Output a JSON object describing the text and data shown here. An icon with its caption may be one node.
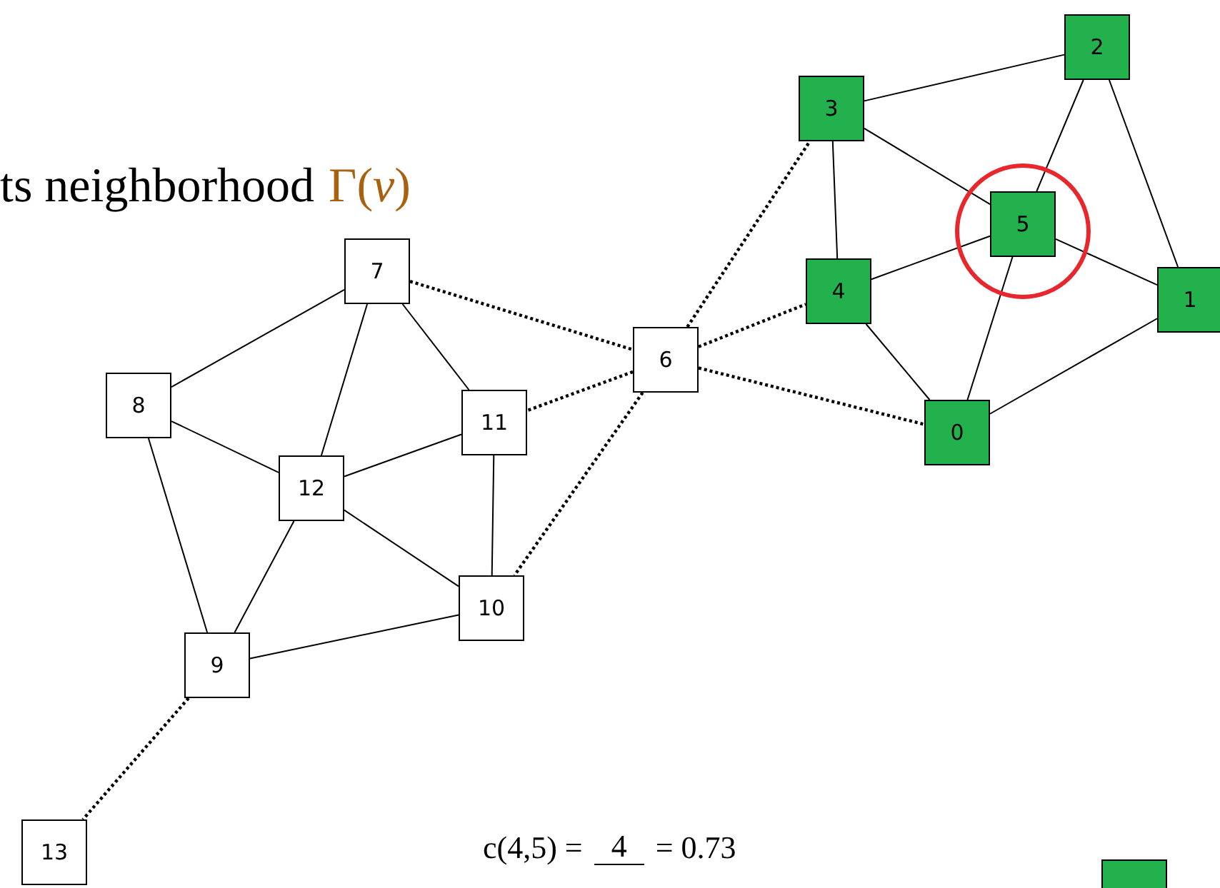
{
  "diagram": {
    "nodes": [
      {
        "text": [
          "0"
        ]
      },
      {
        "text": [
          "1"
        ]
      },
      {
        "text": [
          "2"
        ]
      },
      {
        "text": [
          "3"
        ]
      },
      {
        "text": [
          "4"
        ]
      },
      {
        "text": [
          "5"
        ]
      },
      {
        "text": [
          "6"
        ]
      },
      {
        "text": [
          "7"
        ]
      },
      {
        "text": [
          "8"
        ]
      },
      {
        "text": [
          "9"
        ]
      },
      {
        "text": [
          "10"
        ]
      },
      {
        "text": [
          "11"
        ]
      },
      {
        "text": [
          "12"
        ]
      },
      {
        "text": [
          "13"
        ]
      },
      {
        "text": [],
        "shape": "box"
      }
    ],
    "edges": [
      {
        "from": 3,
        "to": 2,
        "arrow": "none"
      },
      {
        "from": 3,
        "to": 5,
        "arrow": "none"
      },
      {
        "from": 3,
        "to": 4,
        "arrow": "none"
      },
      {
        "from": 2,
        "to": 5,
        "arrow": "none"
      },
      {
        "from": 2,
        "to": 1,
        "arrow": "none"
      },
      {
        "from": 5,
        "to": 1,
        "arrow": "none"
      },
      {
        "from": 4,
        "to": 5,
        "arrow": "none"
      },
      {
        "from": 4,
        "to": 0,
        "arrow": "none"
      },
      {
        "from": 5,
        "to": 0,
        "arrow": "none"
      },
      {
        "from": 0,
        "to": 1,
        "arrow": "none"
      },
      {
        "from": 7,
        "to": 8,
        "arrow": "none"
      },
      {
        "from": 7,
        "to": 12,
        "arrow": "none"
      },
      {
        "from": 7,
        "to": 11,
        "arrow": "none"
      },
      {
        "from": 8,
        "to": 12,
        "arrow": "none"
      },
      {
        "from": 8,
        "to": 9,
        "arrow": "none"
      },
      {
        "from": 12,
        "to": 11,
        "arrow": "none"
      },
      {
        "from": 12,
        "to": 9,
        "arrow": "none"
      },
      {
        "from": 12,
        "to": 10,
        "arrow": "none"
      },
      {
        "from": 11,
        "to": 10,
        "arrow": "none"
      },
      {
        "from": 9,
        "to": 10,
        "arrow": "none"
      },
      {
        "from": 7,
        "to": 6,
        "arrow": "none",
        "style": "dashed"
      },
      {
        "from": 6,
        "to": 3,
        "arrow": "none",
        "style": "dashed"
      },
      {
        "from": 6,
        "to": 4,
        "arrow": "none",
        "style": "dashed"
      },
      {
        "from": 6,
        "to": 0,
        "arrow": "none",
        "style": "dashed"
      },
      {
        "from": 6,
        "to": 11,
        "arrow": "none",
        "style": "dashed"
      },
      {
        "from": 6,
        "to": 10,
        "arrow": "none",
        "style": "dashed"
      },
      {
        "from": 9,
        "to": 13,
        "arrow": "none",
        "style": "dashed"
      }
    ],
    "labels": [
      "ts neighborhood",
      "Γ(*v*)",
      "c(4,5) =",
      "4",
      "= 0.73"
    ]
  }
}
